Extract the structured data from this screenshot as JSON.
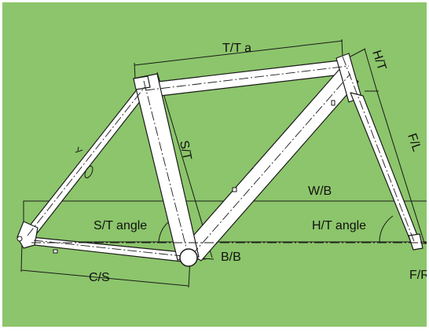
{
  "colors": {
    "background": "#8cc56b",
    "frame_fill": "#ffffff",
    "line": "#1a1a1a",
    "border": "#ffffff"
  },
  "labels": {
    "tt": "T/T a",
    "ht": "H/T",
    "st": "S/T",
    "fl": "F/L",
    "wb": "W/B",
    "st_angle": "S/T angle",
    "ht_angle": "H/T angle",
    "bb": "B/B",
    "cs": "C/S",
    "fr": "F/R"
  }
}
